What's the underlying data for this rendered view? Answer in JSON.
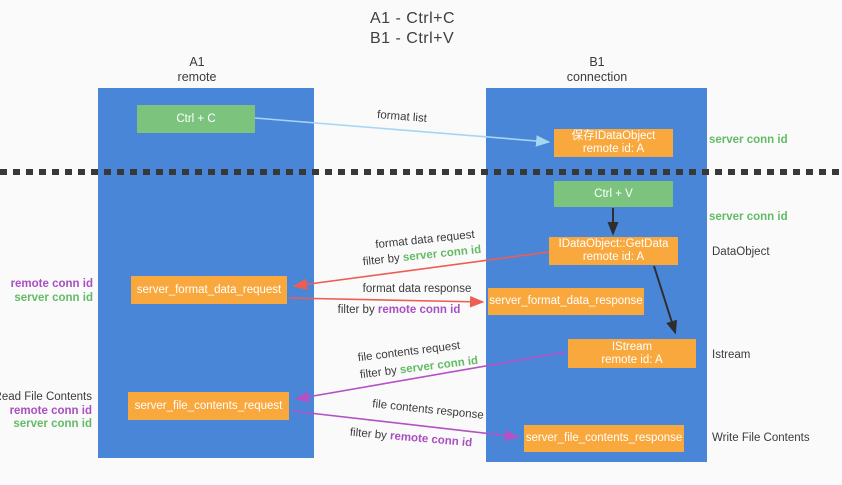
{
  "title": {
    "line1": "A1 - Ctrl+C",
    "line2": "B1 - Ctrl+V"
  },
  "columns": {
    "left": {
      "name": "A1",
      "role": "remote"
    },
    "right": {
      "name": "B1",
      "role": "connection"
    }
  },
  "nodes": {
    "ctrl_c": {
      "label": "Ctrl + C"
    },
    "ctrl_v": {
      "label": "Ctrl + V"
    },
    "save_dataobject": {
      "line1": "保存IDataObject",
      "line2": "remote id: A"
    },
    "getdata": {
      "line1": "IDataObject::GetData",
      "line2": "remote id: A"
    },
    "istream": {
      "line1": "IStream",
      "line2": "remote id: A"
    },
    "format_request": {
      "label": "server_format_data_request"
    },
    "format_response": {
      "label": "server_format_data_response"
    },
    "file_request": {
      "label": "server_file_contents_request"
    },
    "file_response": {
      "label": "server_file_contents_response"
    }
  },
  "labels": {
    "format_list": "format list",
    "format_data_request": "format data request",
    "filter_server_1": {
      "prefix": "filter by",
      "value": "server conn id"
    },
    "format_data_response": "format data response",
    "filter_remote_1": {
      "prefix": "filter by",
      "value": "remote conn id"
    },
    "file_contents_request": "file contents request",
    "filter_server_2": {
      "prefix": "filter by",
      "value": "server conn id"
    },
    "file_contents_response": "file contents response",
    "filter_remote_2": {
      "prefix": "filter by",
      "value": "remote conn id"
    },
    "left_group1": {
      "remote": "remote conn id",
      "server": "server conn id"
    },
    "left_group2": {
      "title": "Read File Contents",
      "remote": "remote conn id",
      "server": "server conn id"
    },
    "right_server_conn_1": "server conn id",
    "right_server_conn_2": "server conn id",
    "dataobject": "DataObject",
    "istream": "Istream",
    "write_file": "Write File Contents"
  },
  "colors": {
    "blue": "#4a86d8",
    "green": "#7cc47e",
    "orange": "#f9a83e",
    "lightblue": "#a5d6f2",
    "red": "#ee5d51",
    "purple": "#b351c5",
    "green-text": "#63bb66",
    "purple-text": "#a94fc1",
    "ink": "#3b3b3b",
    "dash": "#383838",
    "background": "#fafafa"
  }
}
